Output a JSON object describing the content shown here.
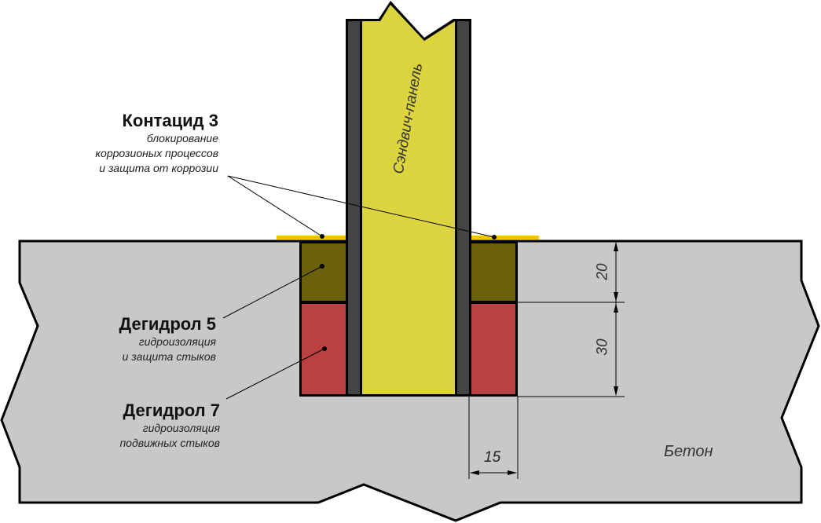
{
  "labels": {
    "kontacid": {
      "title": "Контацид 3",
      "line1": "блокирование",
      "line2": "коррозионых процессов",
      "line3": "и защита от коррозии"
    },
    "degidrol5": {
      "title": "Дегидрол 5",
      "line1": "гидроизоляция",
      "line2": "и защита стыков"
    },
    "degidrol7": {
      "title": "Дегидрол 7",
      "line1": "гидроизоляция",
      "line2": "подвижных стыков"
    },
    "panel": "Сэндвич-панель",
    "concrete": "Бетон"
  },
  "dimensions": {
    "top_layer": "20",
    "bottom_layer": "30",
    "width": "15"
  },
  "colors": {
    "concrete": "#c8c8c8",
    "panel_core": "#dbd43f",
    "panel_skin": "#444444",
    "kontacid": "#f5c400",
    "degidrol5": "#6b600c",
    "degidrol7": "#bb4041"
  }
}
